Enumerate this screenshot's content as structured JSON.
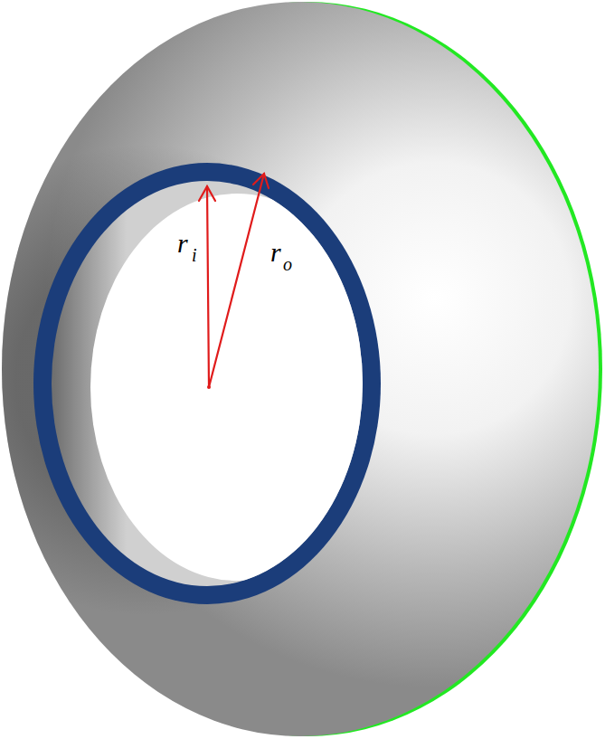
{
  "diagram": {
    "labels": [
      "r",
      "i",
      "r",
      "o"
    ]
  }
}
